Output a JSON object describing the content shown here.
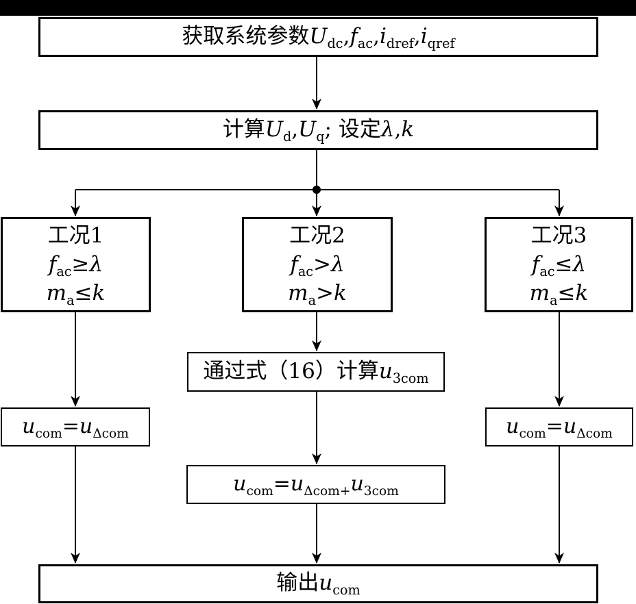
{
  "colors": {
    "background": "#ffffff",
    "line": "#000000",
    "box_fill": "#ffffff",
    "box_border": "#000000",
    "top_bar": "#000000"
  },
  "nodes": {
    "get_params": {
      "parts": [
        {
          "text": "获取系统参数"
        },
        {
          "math": "U",
          "sub": "dc"
        },
        {
          "text": ","
        },
        {
          "math": "f",
          "sub": "ac"
        },
        {
          "text": ","
        },
        {
          "math": "i",
          "sub": "dref"
        },
        {
          "text": ","
        },
        {
          "math": "i",
          "sub": "qref"
        }
      ]
    },
    "calc_set": {
      "parts": [
        {
          "text": "计算"
        },
        {
          "math": "U",
          "sub": "d"
        },
        {
          "text": ","
        },
        {
          "math": "U",
          "sub": "q"
        },
        {
          "text": "; 设定"
        },
        {
          "math": "λ"
        },
        {
          "text": ","
        },
        {
          "math": "k"
        }
      ]
    },
    "case1": {
      "title_parts": [
        {
          "text": "工况1"
        }
      ],
      "cond_f_parts": [
        {
          "math": "f",
          "sub": "ac"
        },
        {
          "text": "≥"
        },
        {
          "math": "λ"
        }
      ],
      "cond_m_parts": [
        {
          "math": "m",
          "sub": "a"
        },
        {
          "text": "≤"
        },
        {
          "math": "k"
        }
      ]
    },
    "case2": {
      "title_parts": [
        {
          "text": "工况2"
        }
      ],
      "cond_f_parts": [
        {
          "math": "f",
          "sub": "ac"
        },
        {
          "text": ">"
        },
        {
          "math": "λ"
        }
      ],
      "cond_m_parts": [
        {
          "math": "m",
          "sub": "a"
        },
        {
          "text": ">"
        },
        {
          "math": "k"
        }
      ]
    },
    "case3": {
      "title_parts": [
        {
          "text": "工况3"
        }
      ],
      "cond_f_parts": [
        {
          "math": "f",
          "sub": "ac"
        },
        {
          "text": "≤"
        },
        {
          "math": "λ"
        }
      ],
      "cond_m_parts": [
        {
          "math": "m",
          "sub": "a"
        },
        {
          "text": "≤"
        },
        {
          "math": "k"
        }
      ]
    },
    "eq16": {
      "parts": [
        {
          "text": "通过式（16）计算"
        },
        {
          "math": "u",
          "sub": "3com"
        }
      ]
    },
    "ucom_left": {
      "parts": [
        {
          "math": "u",
          "sub": "com"
        },
        {
          "text": "="
        },
        {
          "math": "u",
          "sub": "Δcom"
        }
      ]
    },
    "ucom_mid": {
      "parts": [
        {
          "math": "u",
          "sub": "com"
        },
        {
          "text": "="
        },
        {
          "math": "u",
          "sub": "Δcom+"
        },
        {
          "math": "u",
          "sub": "3com"
        }
      ]
    },
    "ucom_right": {
      "parts": [
        {
          "math": "u",
          "sub": "com"
        },
        {
          "text": "="
        },
        {
          "math": "u",
          "sub": "Δcom"
        }
      ]
    },
    "output": {
      "parts": [
        {
          "text": "输出"
        },
        {
          "math": "u",
          "sub": "com"
        }
      ]
    }
  }
}
